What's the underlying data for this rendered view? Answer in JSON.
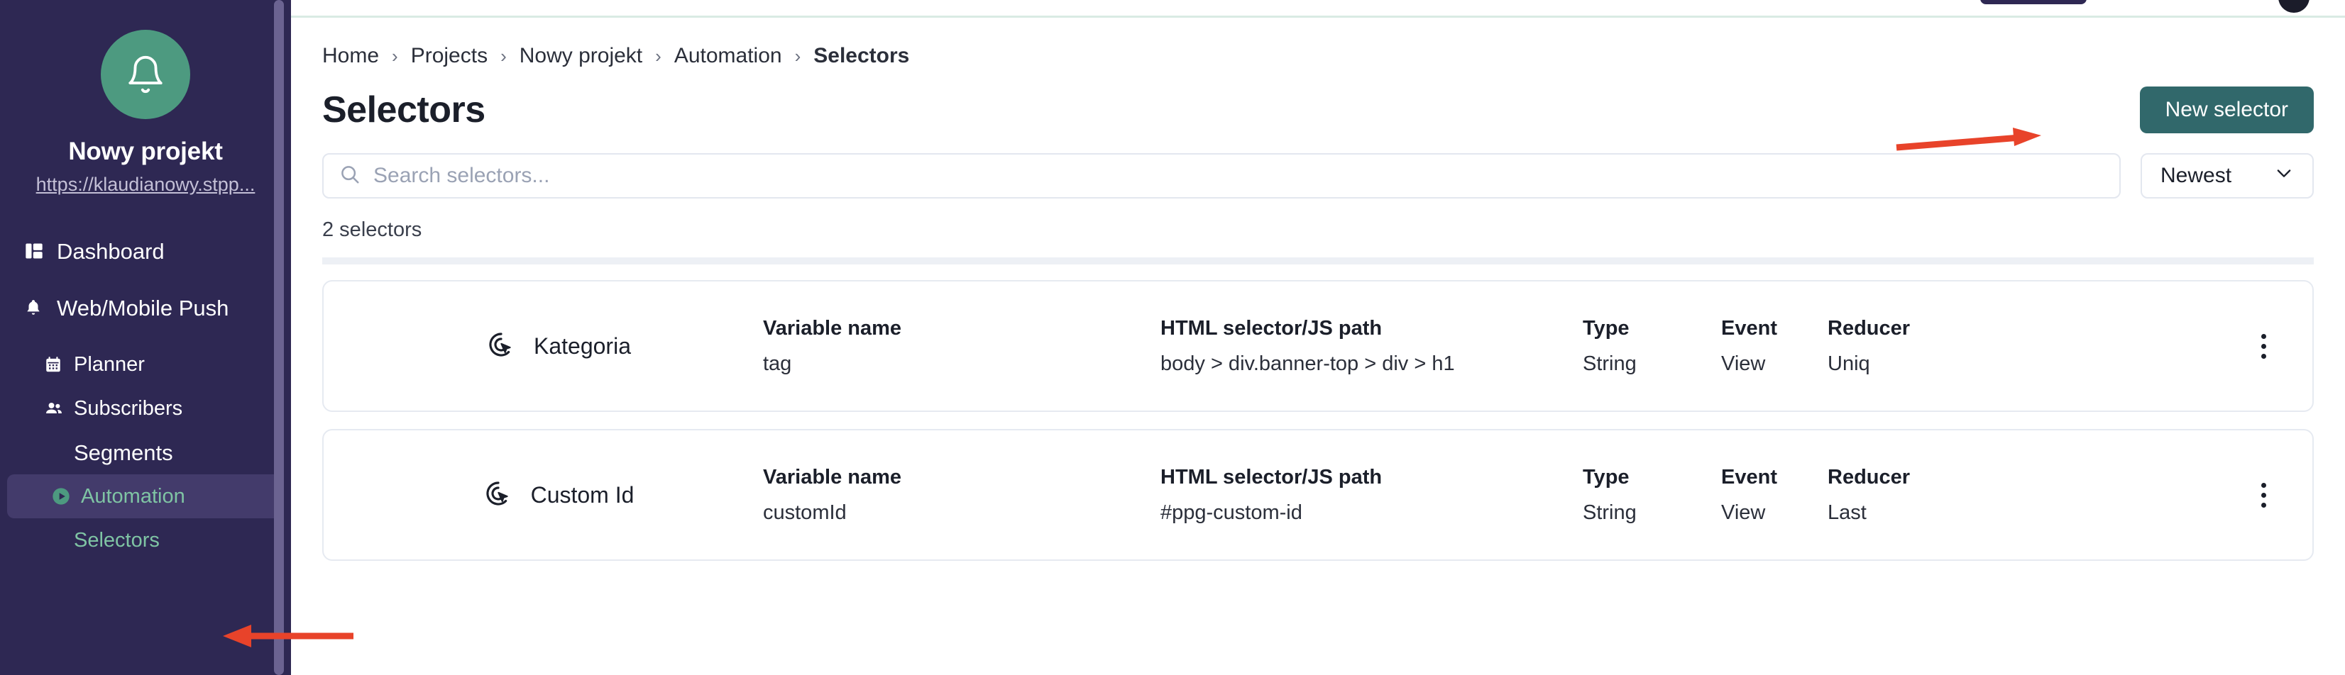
{
  "sidebar": {
    "brand": {
      "avatar_icon": "bell-icon",
      "name": "Nowy projekt",
      "url": "https://klaudianowy.stpp...",
      "avatar_color": "#4D9A80",
      "background": "#2E2853"
    },
    "items": [
      {
        "label": "Dashboard",
        "icon": "dashboard-icon",
        "level": "top",
        "state": "default"
      },
      {
        "label": "Web/Mobile Push",
        "icon": "bell-icon",
        "level": "top",
        "state": "default"
      },
      {
        "label": "Planner",
        "icon": "calendar-icon",
        "level": "sub",
        "state": "default"
      },
      {
        "label": "Subscribers",
        "icon": "users-icon",
        "level": "sub",
        "state": "default"
      },
      {
        "label": "Segments",
        "icon": "none",
        "level": "plain",
        "state": "default"
      },
      {
        "label": "Automation",
        "icon": "play-circle-icon",
        "level": "sub",
        "state": "active"
      },
      {
        "label": "Selectors",
        "icon": "none",
        "level": "leaf",
        "state": "selected"
      }
    ]
  },
  "breadcrumb": {
    "separator": "›",
    "items": [
      {
        "label": "Home",
        "current": false
      },
      {
        "label": "Projects",
        "current": false
      },
      {
        "label": "Nowy projekt",
        "current": false
      },
      {
        "label": "Automation",
        "current": false
      },
      {
        "label": "Selectors",
        "current": true
      }
    ]
  },
  "page": {
    "title": "Selectors",
    "new_button_label": "New selector",
    "new_button_color": "#31686B",
    "count_text": "2 selectors"
  },
  "search": {
    "placeholder": "Search selectors...",
    "value": "",
    "icon": "search-icon"
  },
  "sort": {
    "selected": "Newest",
    "chevron": "chevron-down-icon",
    "options": [
      "Newest"
    ]
  },
  "table": {
    "columns": {
      "variable_name": "Variable name",
      "html_selector": "HTML selector/JS path",
      "type": "Type",
      "event": "Event",
      "reducer": "Reducer"
    },
    "rows": [
      {
        "icon": "click-target-icon",
        "name": "Kategoria",
        "variable_name": "tag",
        "html_selector": "body > div.banner-top > div > h1",
        "type": "String",
        "event": "View",
        "reducer": "Uniq",
        "menu_icon": "kebab-menu-icon"
      },
      {
        "icon": "click-target-icon",
        "name": "Custom Id",
        "variable_name": "customId",
        "html_selector": "#ppg-custom-id",
        "type": "String",
        "event": "View",
        "reducer": "Last",
        "menu_icon": "kebab-menu-icon"
      }
    ]
  },
  "annotations": {
    "color": "#E8432A",
    "arrows": [
      {
        "name": "arrow-to-new-selector",
        "points_to": "New selector",
        "direction": "right"
      },
      {
        "name": "arrow-to-selectors-nav",
        "points_to": "Selectors",
        "direction": "left"
      }
    ]
  }
}
